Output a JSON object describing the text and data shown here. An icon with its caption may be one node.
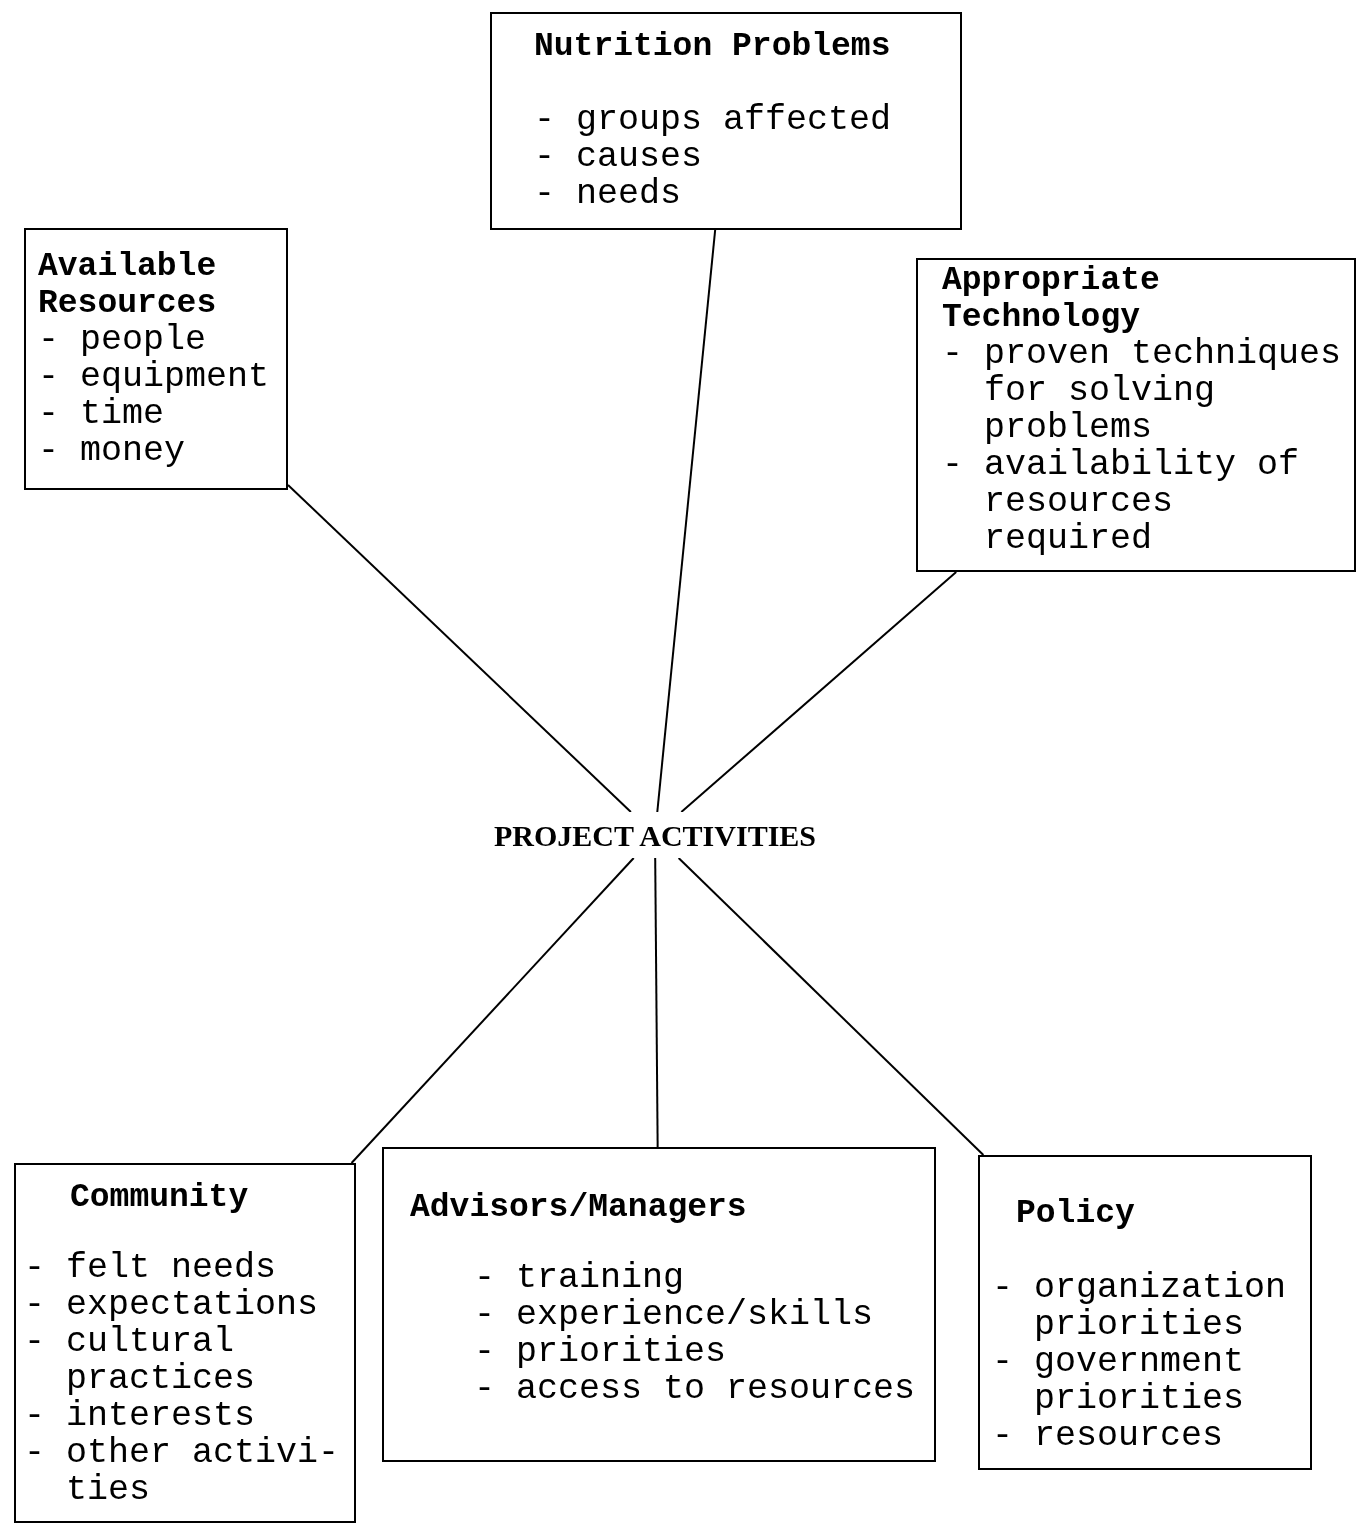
{
  "diagram": {
    "nodes": [
      {
        "text": [
          "Nutrition Problems",
          "- groups affected",
          "- causes",
          "- needs"
        ]
      },
      {
        "text": [
          "Available Resources",
          "- people",
          "- equipment",
          "- time",
          "- money"
        ]
      },
      {
        "text": [
          "Appropriate Technology",
          "- proven techniques for solving problems",
          "- availability of resources required"
        ]
      },
      {
        "text": [
          "PROJECT ACTIVITIES"
        ]
      },
      {
        "text": [
          "Community",
          "- felt needs",
          "- expectations",
          "- cultural practices",
          "- interests",
          "- other activi- ties"
        ]
      },
      {
        "text": [
          "Advisors/Managers",
          "- training",
          "- experience/skills",
          "- priorities",
          "- access to resources"
        ]
      },
      {
        "text": [
          "Policy",
          "- organization priorities",
          "- government priorities",
          "- resources"
        ]
      }
    ],
    "edges": [
      {
        "from": 1,
        "to": 3,
        "arrow": "none"
      },
      {
        "from": 0,
        "to": 3,
        "arrow": "none"
      },
      {
        "from": 2,
        "to": 3,
        "arrow": "none"
      },
      {
        "from": 3,
        "to": 4,
        "arrow": "none"
      },
      {
        "from": 3,
        "to": 5,
        "arrow": "none"
      },
      {
        "from": 3,
        "to": 6,
        "arrow": "none"
      }
    ]
  }
}
